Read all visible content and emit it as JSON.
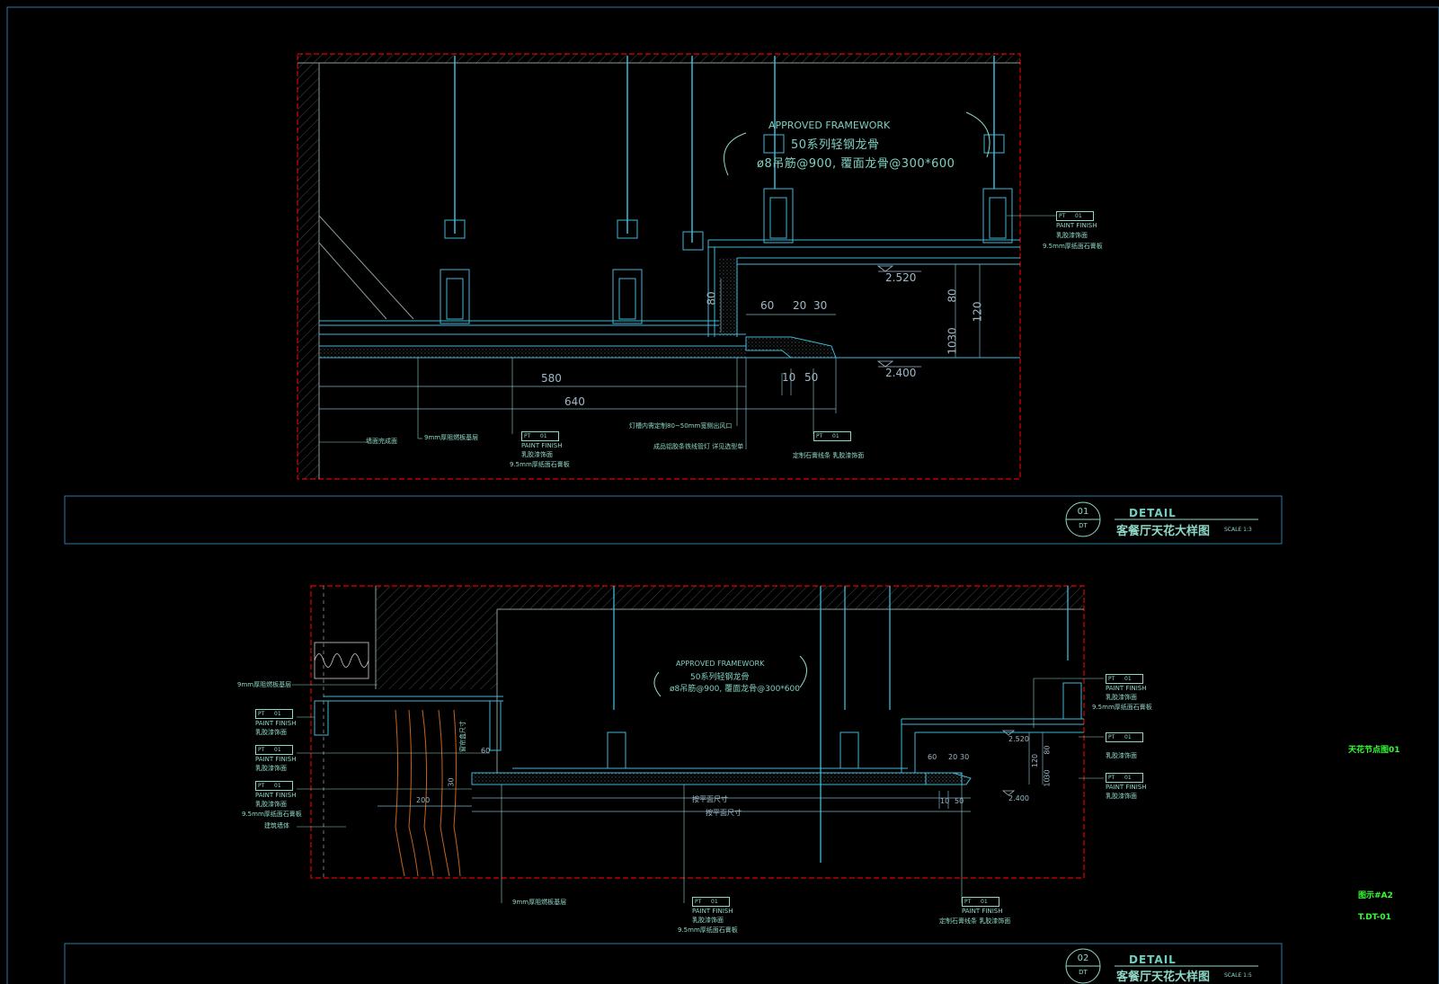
{
  "detail1": {
    "framework_en": "APPROVED FRAMEWORK",
    "framework_cn": "50系列轻钢龙骨",
    "framework_spec": "ø8吊筋@900, 覆面龙骨@300*600",
    "level_upper": "2.520",
    "level_lower": "2.400",
    "dims": [
      "80",
      "60",
      "20",
      "30",
      "80",
      "120",
      "10",
      "30",
      "10",
      "50",
      "580",
      "640"
    ],
    "pt_right": {
      "code": "PT",
      "num": "01",
      "finish": "PAINT FINISH",
      "cn": "乳胶漆饰面",
      "board": "9.5mm厚纸面石膏板"
    },
    "note_wall": "墙面完成面",
    "note_board": "9mm厚阻燃板基层",
    "pt_mid": {
      "code": "PT",
      "num": "01",
      "finish": "PAINT FINISH",
      "cn": "乳胶漆饰面",
      "board": "9.5mm厚纸面石膏板"
    },
    "note_slot": "灯槽内需定制80~50mm宽侧出风口",
    "note_light": "成品铝胶条铁线管灯  详见选型单",
    "pt_gypsum": {
      "code": "PT",
      "num": "01",
      "note": "定制石膏线条  乳胶漆饰面"
    },
    "tb": {
      "num": "01",
      "dt": "DT",
      "detail": "DETAIL",
      "title": "客餐厅天花大样图",
      "scale": "SCALE 1:3"
    }
  },
  "detail2": {
    "framework_en": "APPROVED FRAMEWORK",
    "framework_cn": "50系列轻钢龙骨",
    "framework_spec": "ø8吊筋@900, 覆面龙骨@300*600",
    "level_upper": "2.520",
    "level_lower": "2.400",
    "dims": [
      "60",
      "30",
      "200",
      "60",
      "20",
      "30",
      "80",
      "120",
      "10",
      "30",
      "10",
      "50"
    ],
    "dim_h1": "按平面尺寸",
    "dim_h2": "按平面尺寸",
    "left_board": "9mm厚阻燃板基层",
    "pt_l1": {
      "code": "PT",
      "num": "01",
      "finish": "PAINT FINISH",
      "cn": "乳胶漆饰面"
    },
    "pt_l2": {
      "code": "PT",
      "num": "01",
      "finish": "PAINT FINISH",
      "cn": "乳胶漆饰面"
    },
    "pt_l3": {
      "code": "PT",
      "num": "01",
      "finish": "PAINT FINISH",
      "cn": "乳胶漆饰面",
      "board": "9.5mm厚纸面石膏板"
    },
    "left_wall": "建筑墙体",
    "curtain_note": "窗帘盒尺寸",
    "bottom_board": "9mm厚阻燃板基层",
    "pt_b1": {
      "code": "PT",
      "num": "01",
      "finish": "PAINT FINISH",
      "cn": "乳胶漆饰面",
      "board": "9.5mm厚纸面石膏板"
    },
    "pt_b2": {
      "code": "PT",
      "num": "01",
      "finish": "PAINT FINISH",
      "note": "定制石膏线条  乳胶漆饰面"
    },
    "pt_r1": {
      "code": "PT",
      "num": "01",
      "finish": "PAINT FINISH",
      "cn": "乳胶漆饰面",
      "board": "9.5mm厚纸面石膏板"
    },
    "pt_r2": {
      "code": "PT",
      "num": "01",
      "cn": "乳胶漆饰面"
    },
    "pt_r3": {
      "code": "PT",
      "num": "01",
      "finish": "PAINT FINISH",
      "cn": "乳胶漆饰面"
    },
    "tb": {
      "num": "02",
      "dt": "DT",
      "detail": "DETAIL",
      "title": "客餐厅天花大样图",
      "scale": "SCALE 1:5"
    }
  },
  "side": {
    "label1": "天花节点图01",
    "label2": "图示#A2",
    "label3": "T.DT-01"
  }
}
